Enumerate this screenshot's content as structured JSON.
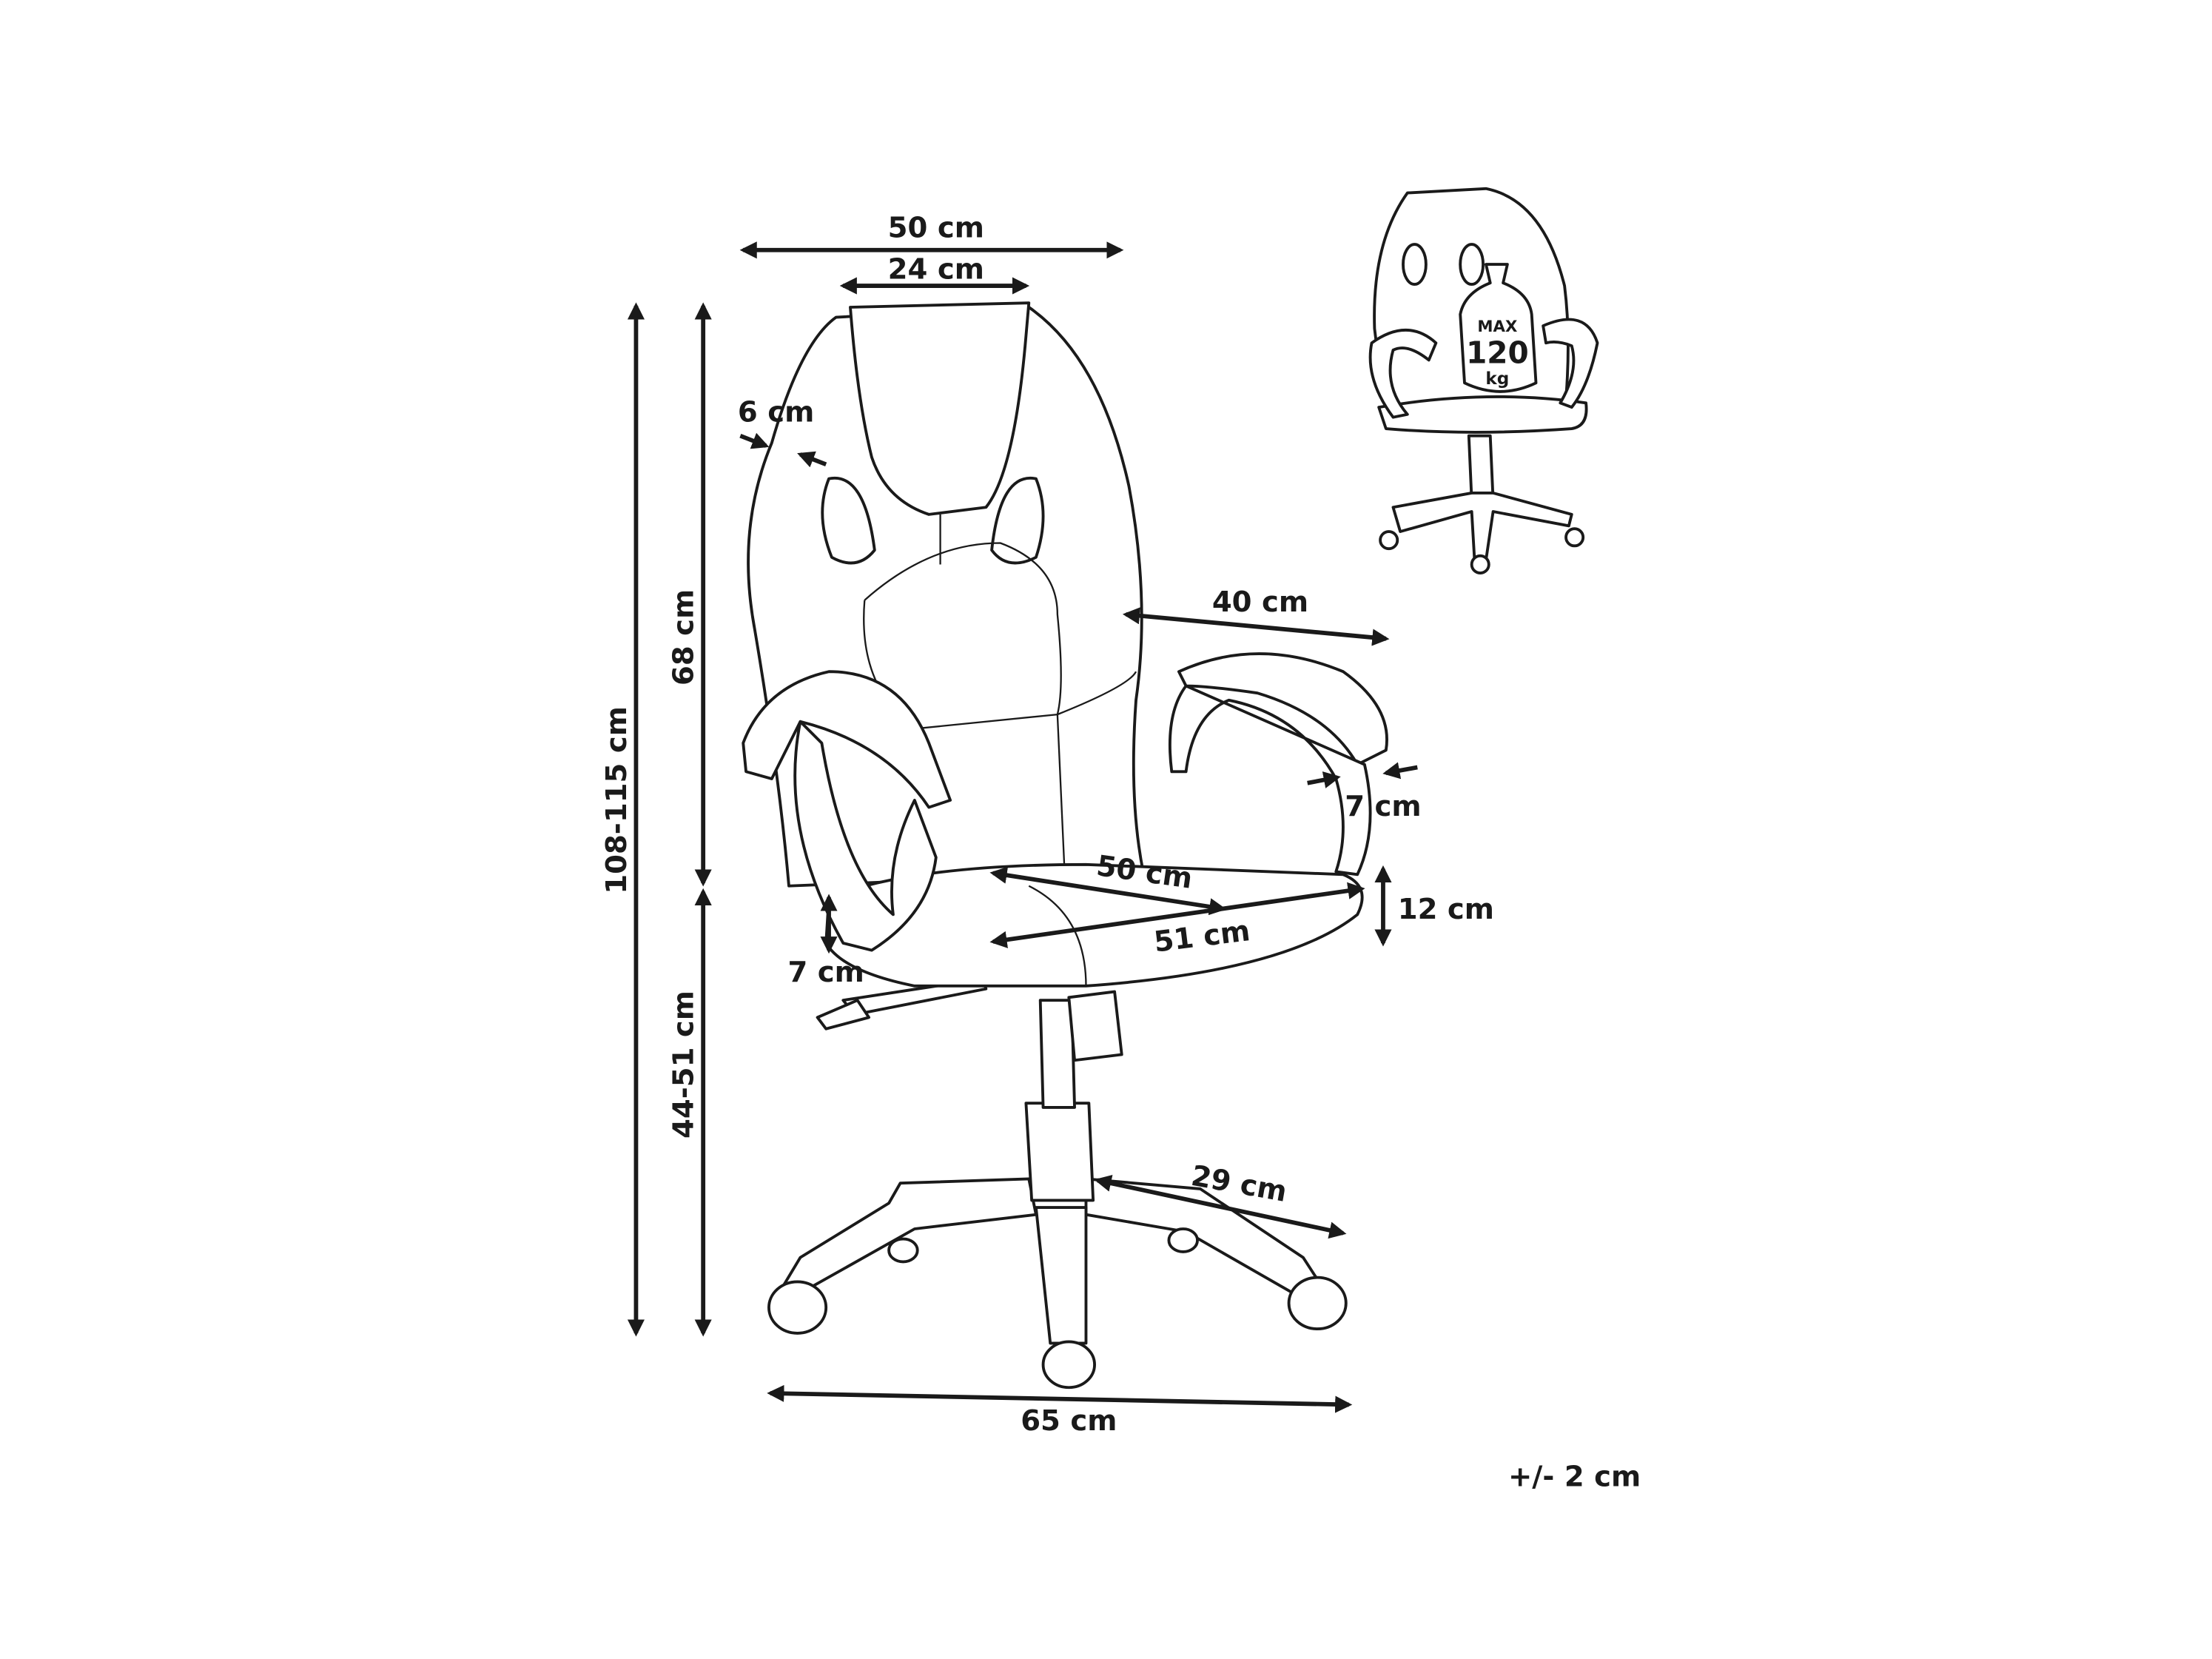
{
  "title": "Chair dimensions diagram",
  "dimensions": {
    "overall_width": "50 cm",
    "headrest_width": "24 cm",
    "side_bolster": "6 cm",
    "backrest_height": "68 cm",
    "total_height": "108-115 cm",
    "armrest_depth": "40 cm",
    "armrest_width": "7 cm",
    "seat_width": "50 cm",
    "seat_thickness": "12 cm",
    "seat_depth": "51 cm",
    "seat_side": "7 cm",
    "seat_height": "44-51 cm",
    "base_leg": "29 cm",
    "base_diameter": "65 cm"
  },
  "tolerance": "+/- 2 cm",
  "max_load": {
    "line1": "MAX",
    "line2": "120",
    "line3": "kg"
  },
  "colors": {
    "ink": "#1a1a1a",
    "background": "#ffffff"
  }
}
